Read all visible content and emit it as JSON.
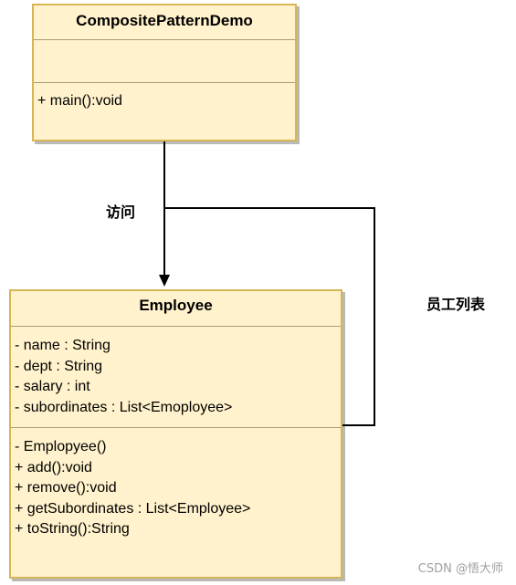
{
  "classes": {
    "demo": {
      "name": "CompositePatternDemo",
      "attributes": [],
      "methods": [
        "+ main():void"
      ]
    },
    "employee": {
      "name": "Employee",
      "attributes": [
        "- name : String",
        "- dept : String",
        "- salary : int",
        "- subordinates : List<Emoployee>"
      ],
      "methods": [
        "- Emplopyee()",
        "+ add():void",
        "+ remove():void",
        "+ getSubordinates : List<Employee>",
        "+ toString():String"
      ]
    }
  },
  "edges": {
    "access_label": "访问",
    "employee_list_label": "员工列表"
  },
  "watermark": "CSDN @悟大师",
  "colors": {
    "class_fill": "#fff2cc",
    "class_border": "#d6b656",
    "line": "#000000"
  }
}
